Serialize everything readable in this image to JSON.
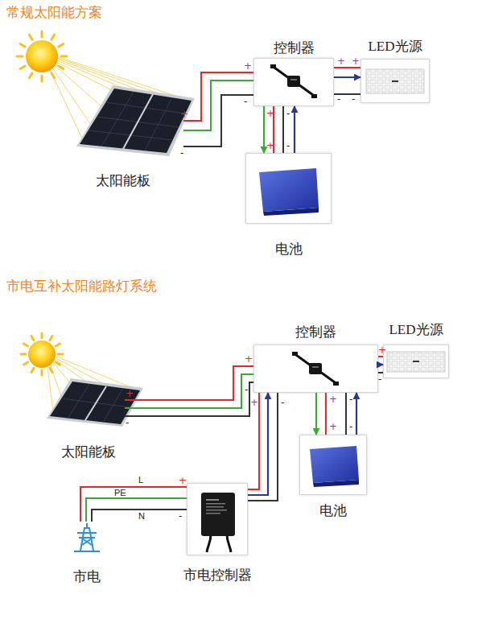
{
  "diagram": {
    "title": "常规太阳能方案",
    "nodes": [
      {
        "text": [
          "太阳能板"
        ]
      },
      {
        "text": [
          "控制器"
        ]
      },
      {
        "text": [
          "LED光源"
        ]
      },
      {
        "text": [
          "电池"
        ]
      },
      {
        "text": [
          "太阳能板"
        ]
      },
      {
        "text": [
          "控制器"
        ]
      },
      {
        "text": [
          "LED光源"
        ]
      },
      {
        "text": [
          "电池"
        ]
      },
      {
        "text": [
          "市电"
        ]
      },
      {
        "text": [
          "市电控制器"
        ]
      }
    ],
    "edges": [
      {
        "from": 0,
        "to": 1,
        "arrow": "none"
      },
      {
        "from": 1,
        "to": 2,
        "arrow": "to"
      },
      {
        "from": 1,
        "to": 3,
        "arrow": "both"
      },
      {
        "from": 4,
        "to": 5,
        "arrow": "none"
      },
      {
        "from": 5,
        "to": 6,
        "arrow": "to"
      },
      {
        "from": 5,
        "to": 7,
        "arrow": "both"
      },
      {
        "from": 9,
        "to": 5,
        "arrow": "to"
      },
      {
        "from": 8,
        "to": 9,
        "arrow": "none"
      }
    ],
    "labels": [
      "市电互补太阳能路灯系统",
      "+",
      "-",
      "+",
      "-",
      "+",
      "+",
      "-",
      "-",
      "+",
      "+",
      "-",
      "-",
      "+",
      "-",
      "+",
      "-",
      "+",
      "-",
      "+",
      "+",
      "-",
      "-",
      "+",
      "-",
      "L",
      "PE",
      "N",
      "+",
      "-"
    ]
  }
}
